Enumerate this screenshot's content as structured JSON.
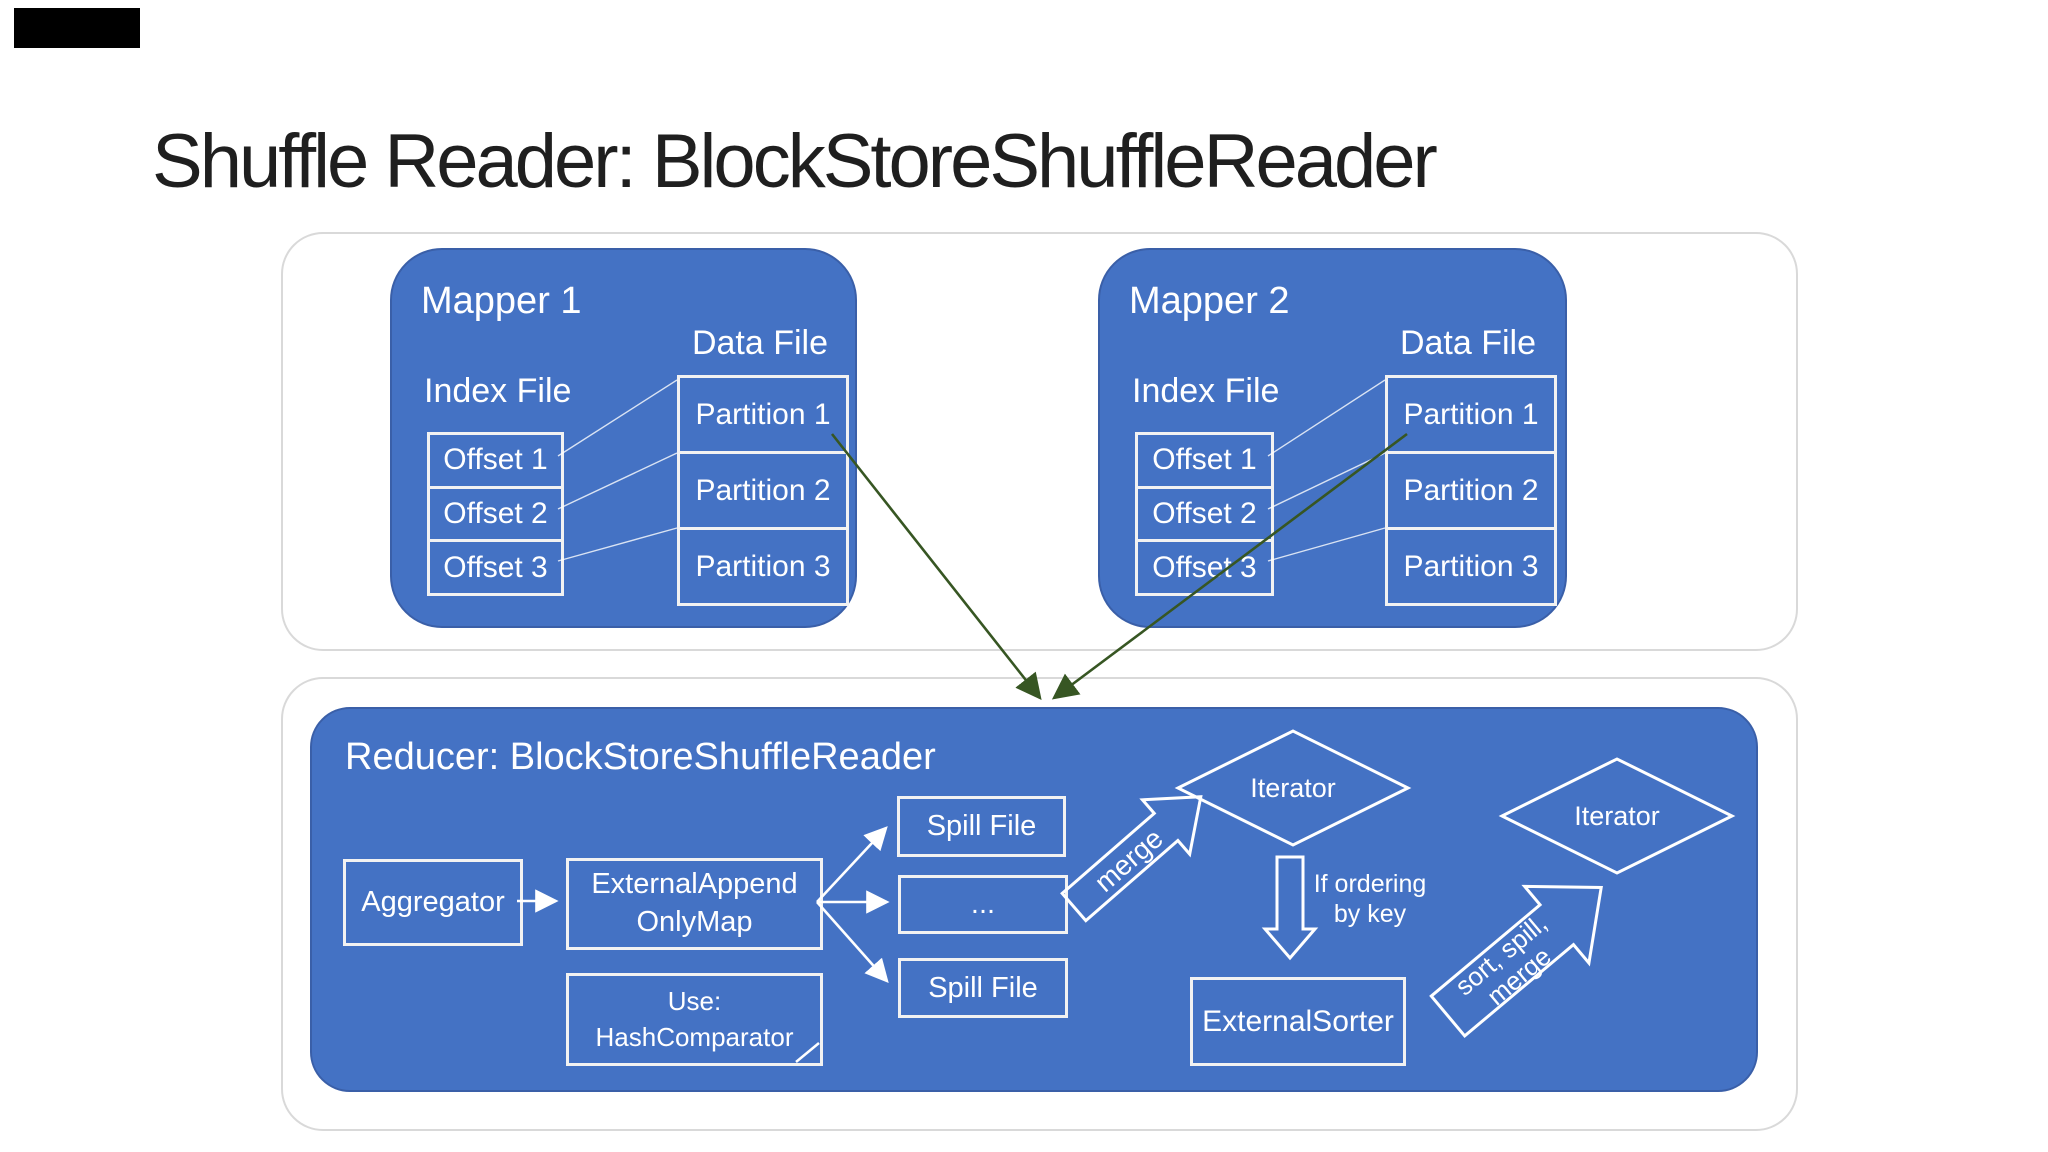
{
  "slide": {
    "title": "Shuffle Reader: BlockStoreShuffleReader"
  },
  "colors": {
    "shape_blue": "#4472c4",
    "shape_border": "#3a5fa8",
    "container_border": "#d9d9d9",
    "green_arrow": "#375623",
    "white": "#ffffff"
  },
  "mappers": [
    {
      "name": "Mapper 1",
      "index_label": "Index File",
      "data_label": "Data File",
      "index_rows": [
        "Offset 1",
        "Offset 2",
        "Offset 3"
      ],
      "data_rows": [
        "Partition 1",
        "Partition 2",
        "Partition 3"
      ]
    },
    {
      "name": "Mapper 2",
      "index_label": "Index File",
      "data_label": "Data File",
      "index_rows": [
        "Offset 1",
        "Offset 2",
        "Offset 3"
      ],
      "data_rows": [
        "Partition 1",
        "Partition 2",
        "Partition 3"
      ]
    }
  ],
  "reducer": {
    "title": "Reducer: BlockStoreShuffleReader",
    "aggregator": "Aggregator",
    "eaom_line1": "ExternalAppend",
    "eaom_line2": "OnlyMap",
    "use_line1": "Use:",
    "use_line2": "HashComparator",
    "spill_top": "Spill File",
    "dots": "...",
    "spill_bottom": "Spill File",
    "merge_label": "merge",
    "iterator1": "Iterator",
    "iterator2": "Iterator",
    "if_ordering_line1": "If ordering",
    "if_ordering_line2": "by key",
    "external_sorter": "ExternalSorter",
    "sort_line1": "sort, spill,",
    "sort_line2": "merge"
  }
}
